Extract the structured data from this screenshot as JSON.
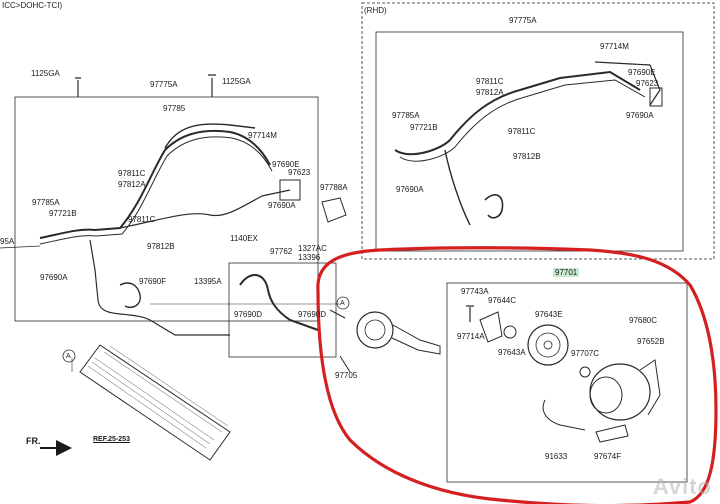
{
  "header": {
    "engine_note": "ICC>DOHC-TCI)",
    "rhd_note": "(RHD)"
  },
  "left_panel": {
    "p1125ga_a": "1125GA",
    "p1125ga_b": "1125GA",
    "p97775a": "97775A",
    "p97785": "97785",
    "p97714m": "97714M",
    "p97690e": "97690E",
    "p97623": "97623",
    "p97811c": "97811C",
    "p97812a": "97812A",
    "p97785a": "97785A",
    "p97721b": "97721B",
    "p97690a": "97690A",
    "p97811c_b": "97811C",
    "p97812b": "97812B",
    "p95a": "95A",
    "p97690a_b": "97690A",
    "p97690f": "97690F",
    "p1140ex": "1140EX",
    "p97788a": "97788A",
    "p97762": "97762",
    "p1327ac": "1327AC",
    "p13396": "13396",
    "p13395a": "13395A",
    "p97690d": "97690D",
    "p97690d_b": "97690D"
  },
  "rhd_panel": {
    "p97775a": "97775A",
    "p97714m": "97714M",
    "p97811c": "97811C",
    "p97812a": "97812A",
    "p97690e": "97690E",
    "p97623": "97623",
    "p97785a": "97785A",
    "p97721b": "97721B",
    "p97690a": "97690A",
    "p97811c_b": "97811C",
    "p97812b": "97812B",
    "p97690a_b": "97690A"
  },
  "compressor_panel": {
    "group_number": "97701",
    "p97743a": "97743A",
    "p97644c": "97644C",
    "p97643e": "97643E",
    "p97680c": "97680C",
    "p97714a": "97714A",
    "p97643a": "97643A",
    "p97707c": "97707C",
    "p97652b": "97652B",
    "p91633": "91633",
    "p97674f": "97674F"
  },
  "bottom": {
    "p97705": "97705",
    "fr_label": "FR.",
    "ref_label": "REF.25-253",
    "marker_a": "A",
    "marker_a2": "A"
  },
  "watermark": "Avito",
  "colors": {
    "highlight_circle": "#d42020",
    "part_number_highlight": "#c8ead0",
    "line_art": "#2a2a2a"
  }
}
